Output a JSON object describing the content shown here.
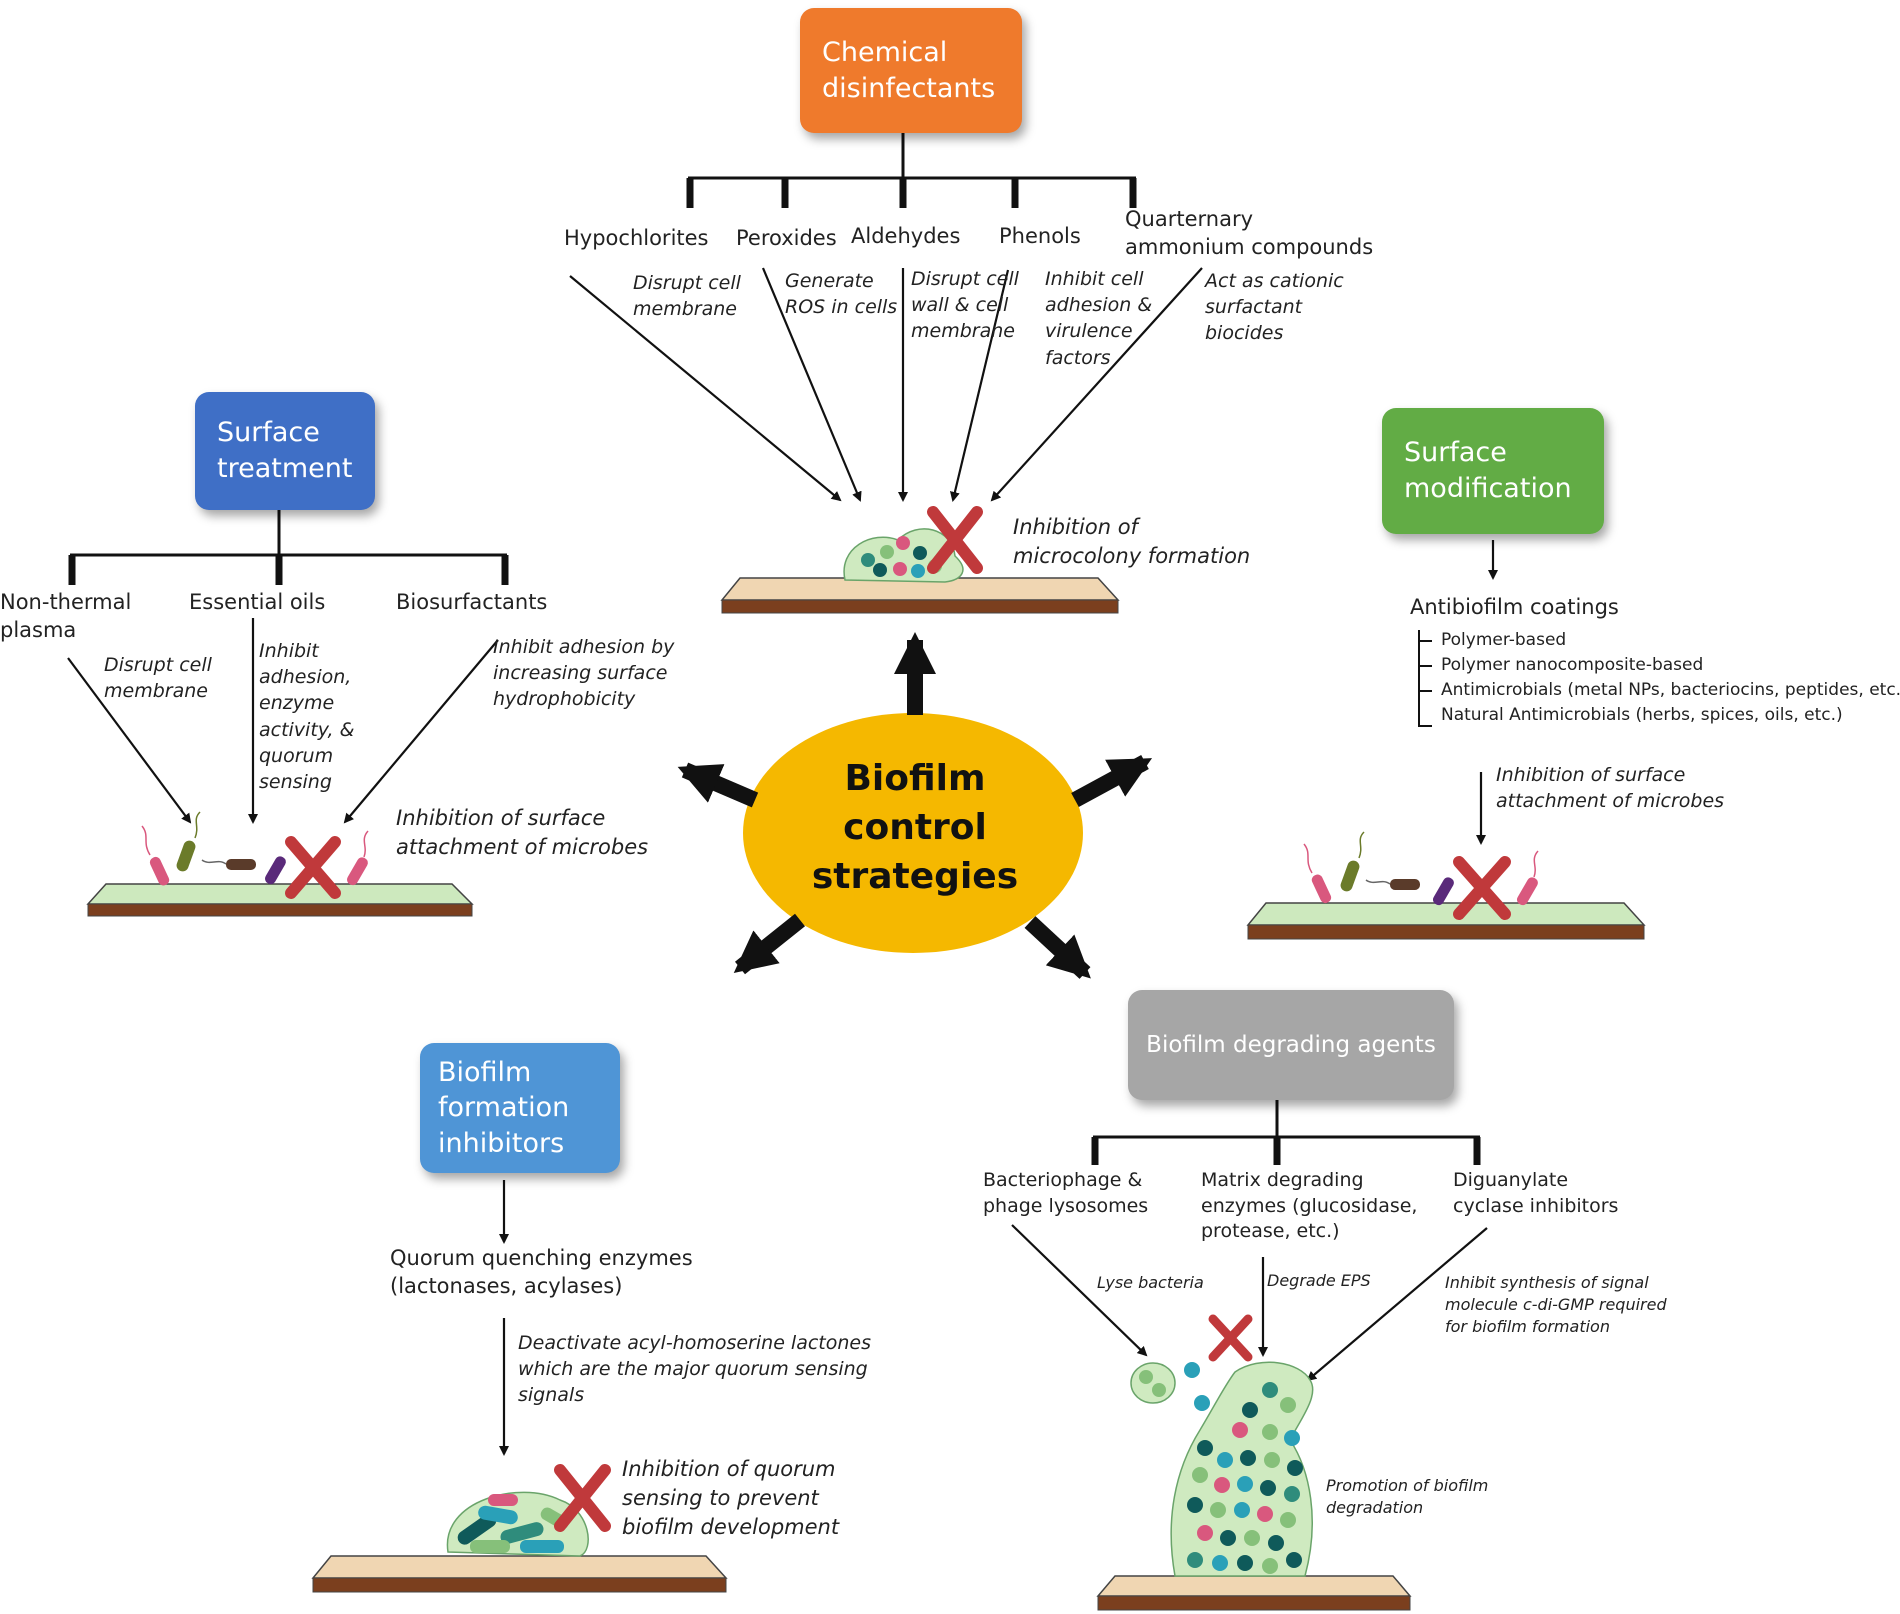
{
  "center": {
    "line1": "Biofilm",
    "line2": "control",
    "line3": "strategies",
    "color": "#f5b800"
  },
  "chemical": {
    "title": "Chemical\ndisinfectants",
    "color": "#ef7a2c",
    "agents": [
      "Hypochlorites",
      "Peroxides",
      "Aldehydes",
      "Phenols",
      "Quarternary\nammonium compounds"
    ],
    "effects": [
      "Disrupt cell\nmembrane",
      "Generate\nROS in cells",
      "Disrupt cell\nwall & cell\nmembrane",
      "Inhibit cell\nadhesion &\nvirulence\nfactors",
      "Act as cationic\nsurfactant\nbiocides"
    ],
    "outcome": "Inhibition of\nmicrocolony formation"
  },
  "surface_treatment": {
    "title": "Surface\ntreatment",
    "color": "#3f6fc6",
    "agents": [
      "Non-thermal\nplasma",
      "Essential oils",
      "Biosurfactants"
    ],
    "effects": [
      "Disrupt cell\nmembrane",
      "Inhibit\nadhesion,\nenzyme\nactivity, &\nquorum\nsensing",
      "Inhibit adhesion by\nincreasing surface\nhydrophobicity"
    ],
    "outcome": "Inhibition of surface\nattachment of microbes"
  },
  "surface_modification": {
    "title": "Surface\nmodification",
    "color": "#62ac45",
    "heading": "Antibiofilm coatings",
    "items": [
      "Polymer-based",
      "Polymer nanocomposite-based",
      "Antimicrobials (metal NPs, bacteriocins, peptides, etc.)",
      "Natural Antimicrobials (herbs, spices, oils, etc.)"
    ],
    "outcome": "Inhibition of surface\nattachment of microbes"
  },
  "formation_inhibitors": {
    "title": "Biofilm\nformation\ninhibitors",
    "color": "#4f95d6",
    "agent": "Quorum quenching enzymes\n(lactonases, acylases)",
    "effect": "Deactivate acyl-homoserine lactones\nwhich are the major quorum sensing\nsignals",
    "outcome": "Inhibition of quorum\nsensing to prevent\nbiofilm development"
  },
  "degrading_agents": {
    "title": "Biofilm degrading agents",
    "color": "#a6a6a6",
    "agents": [
      "Bacteriophage &\nphage lysosomes",
      "Matrix degrading\nenzymes (glucosidase,\nprotease, etc.)",
      "Diguanylate\ncyclase inhibitors"
    ],
    "effects": [
      "Lyse bacteria",
      "Degrade EPS",
      "Inhibit synthesis of signal\nmolecule c-di-GMP required\nfor biofilm formation"
    ],
    "outcome": "Promotion of biofilm\ndegradation"
  }
}
